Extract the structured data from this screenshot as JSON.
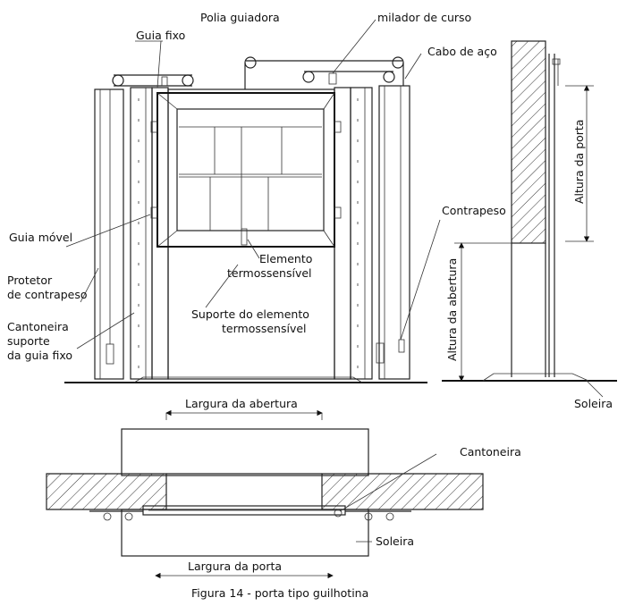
{
  "labels": {
    "polia_guiadora": "Polia guiadora",
    "limitador_curso": "milador de curso",
    "guia_fixo": "Guia fixo",
    "cabo_aco": "Cabo de aço",
    "guia_movel": "Guia móvel",
    "protetor_line1": "Protetor",
    "protetor_line2": "de contrapeso",
    "cantoneira_suporte_line1": "Cantoneira",
    "cantoneira_suporte_line2": "suporte",
    "cantoneira_suporte_line3": "da guia fixo",
    "elemento_line1": "Elemento",
    "elemento_line2": "termossensível",
    "suporte_line1": "Suporte do elemento",
    "suporte_line2": "termossensível",
    "contrapeso": "Contrapeso",
    "altura_porta": "Altura da porta",
    "altura_abertura": "Altura da abertura",
    "soleira_side": "Soleira",
    "largura_abertura": "Largura da abertura",
    "cantoneira": "Cantoneira",
    "soleira_plan": "Soleira",
    "largura_porta": "Largura da porta"
  },
  "caption": "Figura 14 - porta tipo guilhotina"
}
